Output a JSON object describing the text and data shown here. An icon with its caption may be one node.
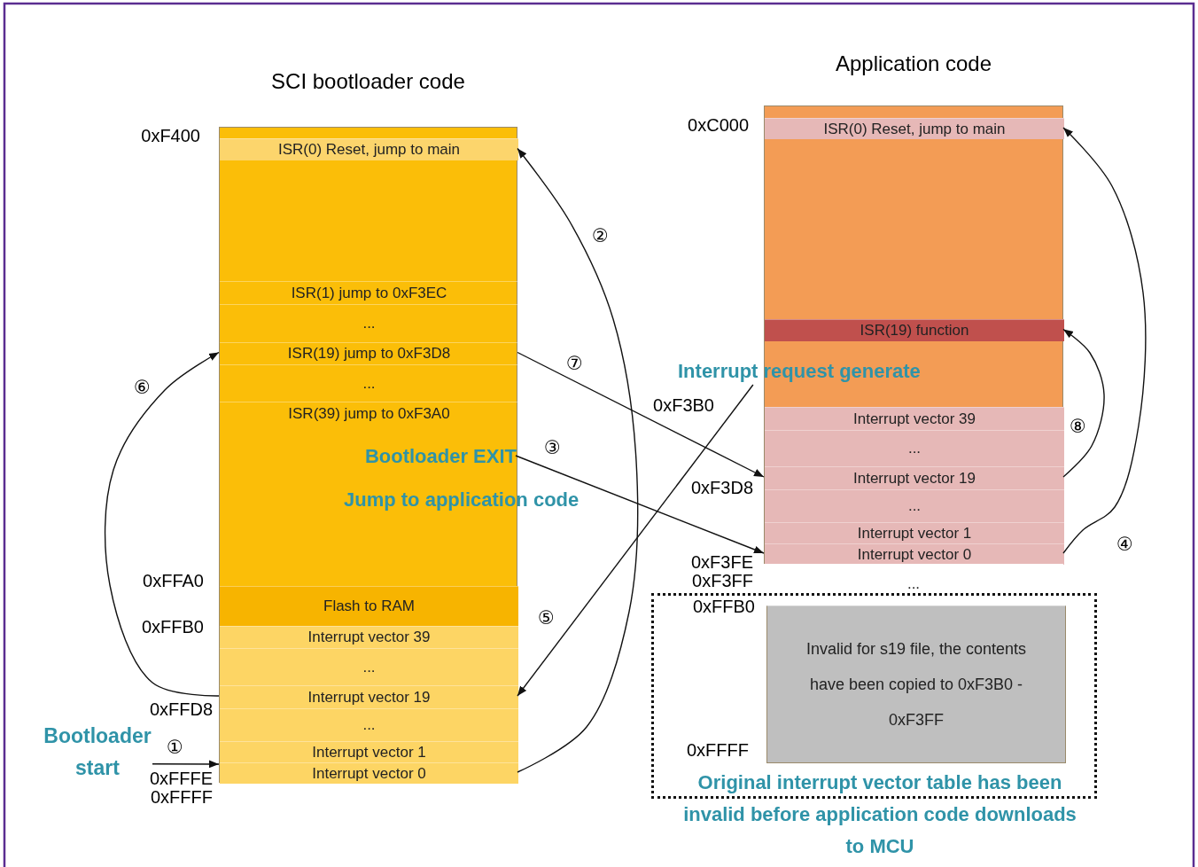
{
  "diagram": {
    "nodes": [
      {
        "text": [
          "SCI bootloader code"
        ]
      },
      {
        "text": [
          "ISR(0) Reset, jump to main"
        ],
        "in": 0
      },
      {
        "text": [
          "ISR(1) jump to 0xF3EC"
        ],
        "in": 0
      },
      {
        "text": [
          "..."
        ],
        "in": 0
      },
      {
        "text": [
          "ISR(19) jump to 0xF3D8"
        ],
        "in": 0
      },
      {
        "text": [
          "..."
        ],
        "in": 0
      },
      {
        "text": [
          "ISR(39) jump to 0xF3A0"
        ],
        "in": 0
      },
      {
        "text": [
          "Flash to RAM"
        ],
        "in": 0
      },
      {
        "text": [
          "Interrupt vector 39"
        ],
        "in": 0
      },
      {
        "text": [
          "..."
        ],
        "in": 0
      },
      {
        "text": [
          "Interrupt vector 19"
        ],
        "in": 0
      },
      {
        "text": [
          "..."
        ],
        "in": 0
      },
      {
        "text": [
          "Interrupt vector 1"
        ],
        "in": 0
      },
      {
        "text": [
          "Interrupt vector 0"
        ],
        "in": 0
      },
      {
        "text": [
          "Application code"
        ]
      },
      {
        "text": [
          "ISR(0) Reset, jump to main"
        ],
        "in": 14
      },
      {
        "text": [
          "ISR(19) function"
        ],
        "in": 14
      },
      {
        "text": [
          "Interrupt vector 39"
        ],
        "in": 14
      },
      {
        "text": [
          "..."
        ],
        "in": 14
      },
      {
        "text": [
          "Interrupt vector 19"
        ],
        "in": 14
      },
      {
        "text": [
          "..."
        ],
        "in": 14
      },
      {
        "text": [
          "Interrupt vector 1"
        ],
        "in": 14
      },
      {
        "text": [
          "Interrupt vector 0"
        ],
        "in": 14
      },
      {
        "text": [
          "..."
        ]
      },
      {
        "text": [
          "Original interrupt vector table has been invalid before application code downloads to MCU"
        ]
      },
      {
        "text": [
          "Invalid for s19 file, the contents have been copied to 0xF3B0 - 0xF3FF"
        ],
        "in": 24
      },
      {
        "text": [
          "Bootloader start"
        ]
      },
      {
        "text": [
          "Bootloader EXIT"
        ],
        "in": 0
      },
      {
        "text": [
          "Interrupt request generate"
        ]
      }
    ],
    "edges": [
      {
        "from": 26,
        "to": 13,
        "arrow": "to",
        "label": "①"
      },
      {
        "from": 13,
        "to": 1,
        "arrow": "to",
        "label": "②"
      },
      {
        "from": 27,
        "to": 22,
        "arrow": "to",
        "label": "③"
      },
      {
        "from": 22,
        "to": 15,
        "arrow": "to",
        "label": "④"
      },
      {
        "from": 28,
        "to": 10,
        "arrow": "to",
        "label": "⑤"
      },
      {
        "from": 10,
        "to": 4,
        "arrow": "to",
        "label": "⑥"
      },
      {
        "from": 4,
        "to": 19,
        "arrow": "to",
        "label": "⑦"
      },
      {
        "from": 19,
        "to": 16,
        "arrow": "to",
        "label": "⑧"
      }
    ],
    "labels": [
      "0xC000",
      "0xF400",
      "0xF3B0",
      "0xF3D8",
      "Jump to application code",
      "0xF3FE",
      "0xF3FF",
      "0xFFA0",
      "0xFFB0",
      "0xFFB0",
      "0xFFD8",
      "0xFFFF",
      "0xFFFE",
      "0xFFFF"
    ]
  }
}
